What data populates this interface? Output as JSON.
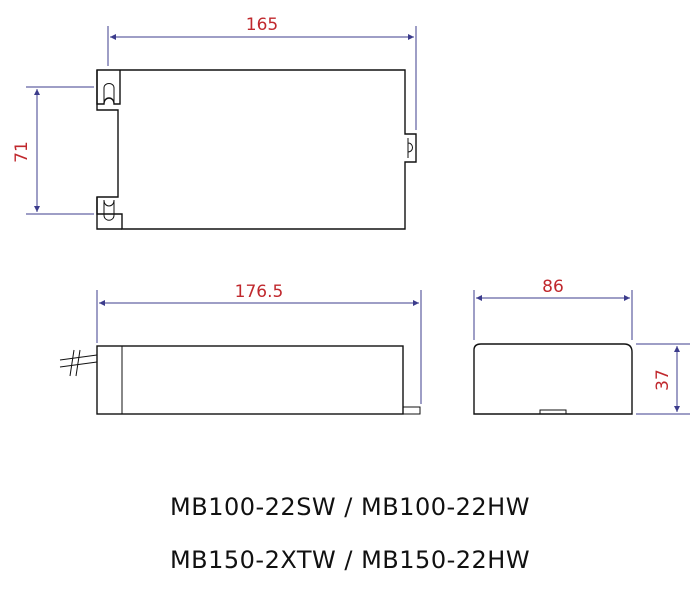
{
  "dimensions": {
    "top_width": "165",
    "top_height": "71",
    "side_length": "176.5",
    "end_width": "86",
    "end_height": "37"
  },
  "captions": {
    "line1": "MB100-22SW / MB100-22HW",
    "line2": "MB150-2XTW / MB150-22HW"
  },
  "colors": {
    "dimension_text": "#c0282d",
    "dimension_line": "#3c3c8c",
    "outline": "#111111"
  }
}
